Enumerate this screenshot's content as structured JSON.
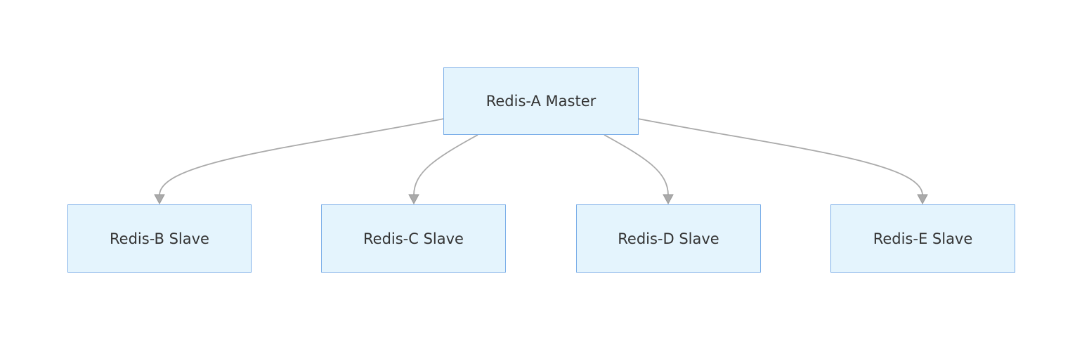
{
  "diagram": {
    "type": "flowchart",
    "orientation": "top-down",
    "colors": {
      "node_fill": "#e4f4fd",
      "node_border": "#7aaee8",
      "edge": "#aaaaaa",
      "text": "#333333"
    },
    "nodes": {
      "master": {
        "label": "Redis-A Master"
      },
      "b": {
        "label": "Redis-B Slave"
      },
      "c": {
        "label": "Redis-C Slave"
      },
      "d": {
        "label": "Redis-D Slave"
      },
      "e": {
        "label": "Redis-E Slave"
      }
    },
    "edges": [
      {
        "from": "Redis-A Master",
        "to": "Redis-B Slave"
      },
      {
        "from": "Redis-A Master",
        "to": "Redis-C Slave"
      },
      {
        "from": "Redis-A Master",
        "to": "Redis-D Slave"
      },
      {
        "from": "Redis-A Master",
        "to": "Redis-E Slave"
      }
    ]
  }
}
